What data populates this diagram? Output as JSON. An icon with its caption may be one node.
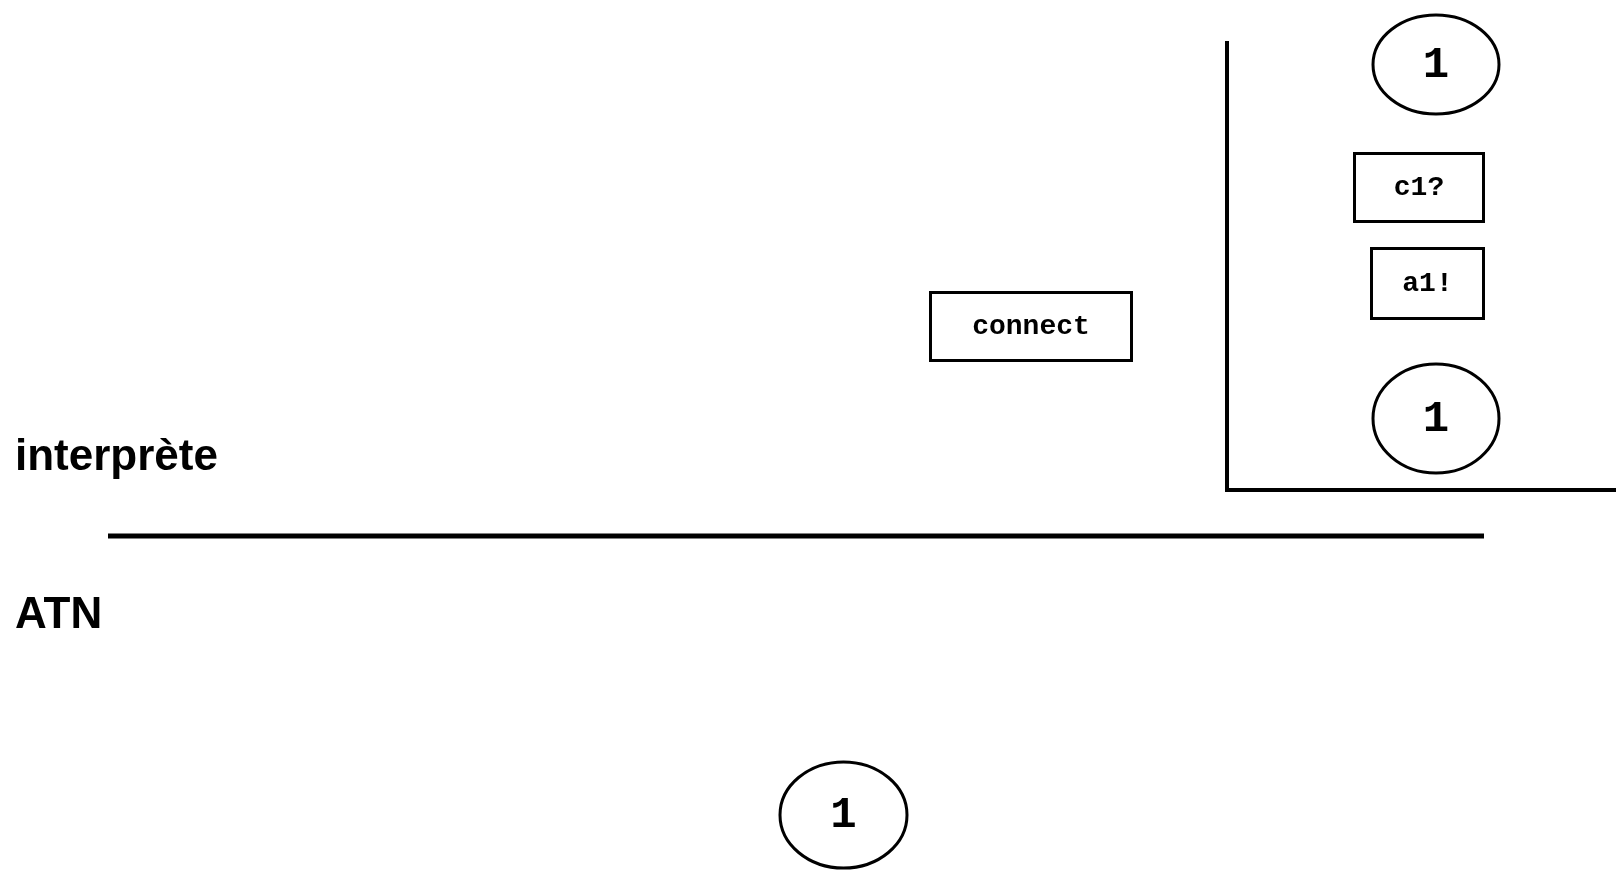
{
  "diagram": {
    "nodes": [
      {
        "text": [
          "1"
        ]
      },
      {
        "text": [
          "c1?"
        ]
      },
      {
        "text": [
          "a1!"
        ]
      },
      {
        "text": [
          "connect"
        ]
      },
      {
        "text": [
          "1"
        ]
      },
      {
        "text": [
          "1"
        ]
      }
    ],
    "labels": [
      "interprète",
      "ATN"
    ]
  }
}
